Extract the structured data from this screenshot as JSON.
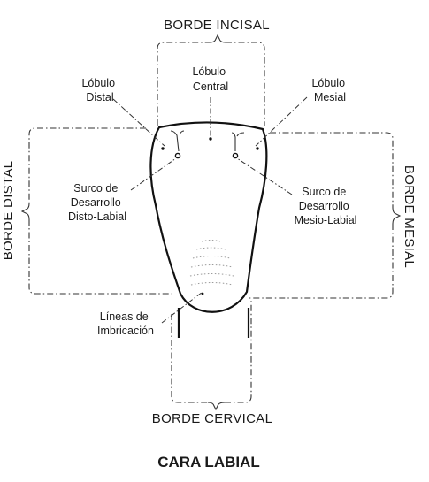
{
  "edges": {
    "incisal": "BORDE INCISAL",
    "distal": "BORDE DISTAL",
    "mesial": "BORDE MESIAL",
    "cervical": "BORDE CERVICAL"
  },
  "labels": {
    "lobulo_distal": [
      "Lóbulo",
      "Distal"
    ],
    "lobulo_central": [
      "Lóbulo",
      "Central"
    ],
    "lobulo_mesial": [
      "Lóbulo",
      "Mesial"
    ],
    "surco_disto_labial": [
      "Surco de",
      "Desarrollo",
      "Disto-Labial"
    ],
    "surco_mesio_labial": [
      "Surco de",
      "Desarrollo",
      "Mesio-Labial"
    ],
    "lineas_imbricacion": [
      "Líneas de",
      "Imbricación"
    ]
  },
  "caption": "CARA LABIAL"
}
